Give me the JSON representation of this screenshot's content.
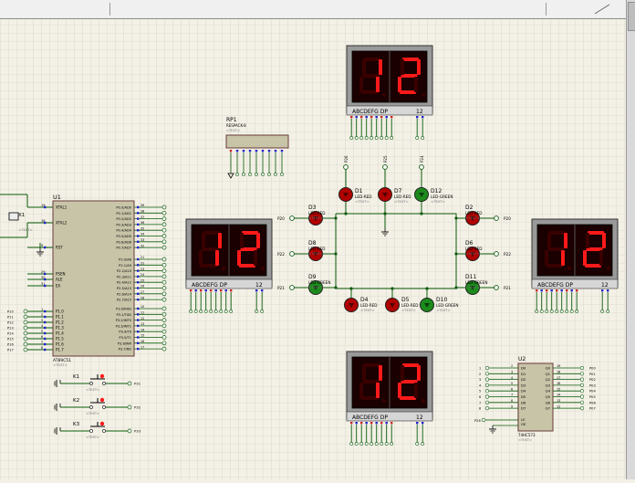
{
  "displays": {
    "digits": [
      "1",
      "2"
    ],
    "pin_labels": "ABCDEFG  DP",
    "pin_code": "12"
  },
  "leds": [
    {
      "ref": "D1",
      "model": "LED-RED",
      "text": "<TEXT>"
    },
    {
      "ref": "D7",
      "model": "LED-RED",
      "text": "<TEXT>"
    },
    {
      "ref": "D12",
      "model": "LED-GREEN",
      "text": "<TEXT>"
    },
    {
      "ref": "D3",
      "model": "LED-RED",
      "text": "<TEXT>"
    },
    {
      "ref": "D2",
      "model": "LED-RED",
      "text": "<TEXT>"
    },
    {
      "ref": "D8",
      "model": "LED-RED",
      "text": "<TEXT>"
    },
    {
      "ref": "D6",
      "model": "LED-RED",
      "text": "<TEXT>"
    },
    {
      "ref": "D9",
      "model": "LED-GREEN",
      "text": "<TEXT>"
    },
    {
      "ref": "D11",
      "model": "LED-GREEN",
      "text": "<TEXT>"
    },
    {
      "ref": "D4",
      "model": "LED-RED",
      "text": "<TEXT>"
    },
    {
      "ref": "D5",
      "model": "LED-RED",
      "text": "<TEXT>"
    },
    {
      "ref": "D10",
      "model": "LED-GREEN",
      "text": "<TEXT>"
    }
  ],
  "mcu": {
    "ref": "U1",
    "part": "AT89C51",
    "text": "<TEXT>",
    "left_pins": [
      "XTAL1",
      "XTAL2",
      "RST",
      "PSEN",
      "ALE",
      "EA",
      "P1.0",
      "P1.1",
      "P1.2",
      "P1.3",
      "P1.4",
      "P1.5",
      "P1.6",
      "P1.7"
    ],
    "right_pins": [
      "P0.0/AD0",
      "P0.1/AD1",
      "P0.2/AD2",
      "P0.3/AD3",
      "P0.4/AD4",
      "P0.5/AD5",
      "P0.6/AD6",
      "P0.7/AD7",
      "P2.0/A8",
      "P2.1/A9",
      "P2.2/A10",
      "P2.3/A11",
      "P2.4/A12",
      "P2.5/A13",
      "P2.6/A14",
      "P2.7/A15",
      "P3.0/RXD",
      "P3.1/TXD",
      "P3.2/INT0",
      "P3.3/INT1",
      "P3.4/T0",
      "P3.5/T1",
      "P3.6/WR",
      "P3.7/RD"
    ],
    "right_nums": [
      "39",
      "38",
      "37",
      "36",
      "35",
      "34",
      "33",
      "32",
      "21",
      "22",
      "23",
      "24",
      "25",
      "26",
      "27",
      "28",
      "10",
      "11",
      "12",
      "13",
      "14",
      "15",
      "16",
      "17"
    ],
    "left_nums": [
      "19",
      "18",
      "9",
      "29",
      "30",
      "31",
      "1",
      "2",
      "3",
      "4",
      "5",
      "6",
      "7",
      "8"
    ]
  },
  "crystal": {
    "ref": "X1",
    "text": "<TEXT>"
  },
  "respack": {
    "ref": "RP1",
    "part": "RESPACK-8",
    "text": "<TEXT>"
  },
  "latch": {
    "ref": "U2",
    "part": "74HC573",
    "text": "<TEXT>",
    "d_pins": [
      "D0",
      "D1",
      "D2",
      "D3",
      "D4",
      "D5",
      "D6",
      "D7"
    ],
    "q_pins": [
      "Q0",
      "Q1",
      "Q2",
      "Q3",
      "Q4",
      "Q5",
      "Q6",
      "Q7"
    ],
    "ctrl": [
      "OE",
      "LE"
    ],
    "in_nums": [
      "2",
      "3",
      "4",
      "5",
      "6",
      "7",
      "8",
      "9"
    ],
    "out_nums": [
      "19",
      "18",
      "17",
      "16",
      "15",
      "14",
      "13",
      "12"
    ],
    "out_labels": [
      "P00",
      "P01",
      "P02",
      "P03",
      "P04",
      "P05",
      "P06",
      "P07"
    ],
    "le_label": "P26"
  },
  "keys": [
    {
      "ref": "K1",
      "net": "P31",
      "text": "<TEXT>"
    },
    {
      "ref": "K2",
      "net": "P32",
      "text": "<TEXT>"
    },
    {
      "ref": "K3",
      "net": "P33",
      "text": "<TEXT>"
    }
  ],
  "nets": {
    "left_disp": [
      "P20",
      "P22",
      "P21"
    ],
    "right_disp": [
      "P20",
      "P22",
      "P21"
    ],
    "top_leds": [
      "P26",
      "P25",
      "P24"
    ],
    "p1_labels": [
      "P10",
      "P11",
      "P12",
      "P13",
      "P14",
      "P15",
      "P16",
      "P17"
    ]
  },
  "colors": {
    "grid_bg": "#f3f1e6",
    "grid_line": "#c9c8bd",
    "wire": "#0b5a0b",
    "part_body": "#c8c4a8",
    "seg_on": "#ff1a1a",
    "seg_off": "#3a0000",
    "led_red": "#b00000",
    "led_green": "#1c8a1c",
    "pin_blue": "#2222cc",
    "pin_red": "#cc2222"
  }
}
